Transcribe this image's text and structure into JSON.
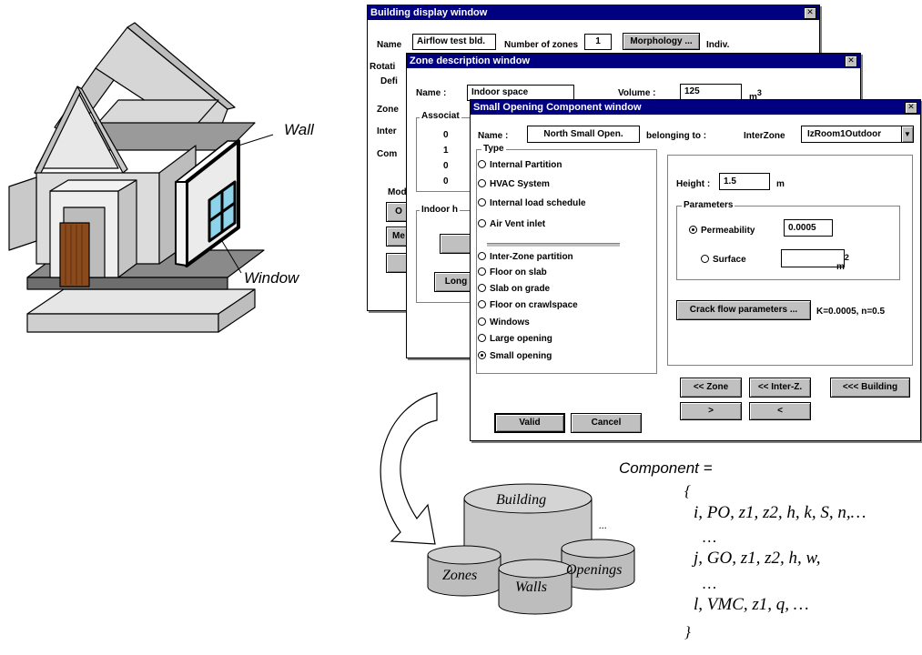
{
  "house": {
    "wall_label": "Wall",
    "window_label": "Window"
  },
  "building_window": {
    "title": "Building display window",
    "name_label": "Name",
    "name_value": "Airflow test bld.",
    "zones_label": "Number of zones",
    "zones_value": "1",
    "morphology_button": "Morphology ...",
    "indiv_text": "Indiv.",
    "partial_labels": [
      "Rotati",
      "Defi",
      "Zone",
      "Inter",
      "Com",
      "Mod",
      "O",
      "Me"
    ]
  },
  "zone_window": {
    "title": "Zone description window",
    "name_label": "Name :",
    "name_value": "Indoor space",
    "volume_label": "Volume :",
    "volume_value": "125",
    "volume_unit": "m",
    "volume_exp": "3",
    "associat_label": "Associat",
    "assoc_values": [
      "0",
      "1",
      "0",
      "0"
    ],
    "indoor_label": "Indoor h",
    "long_button": "Long"
  },
  "opening_window": {
    "title": "Small Opening Component window",
    "name_label": "Name :",
    "name_value": "North Small Open.",
    "belonging_label": "belonging to :",
    "interzone_label": "InterZone",
    "interzone_value": "IzRoom1Outdoor",
    "type_label": "Type",
    "types_top": [
      "Internal Partition",
      "HVAC System",
      "Internal load schedule",
      "Air Vent inlet"
    ],
    "types_bottom": [
      "Inter-Zone partition",
      "Floor on slab",
      "Slab on grade",
      "Floor on crawlspace",
      "Windows",
      "Large opening",
      "Small opening"
    ],
    "selected_type": "Small opening",
    "height_label": "Height :",
    "height_value": "1.5",
    "height_unit": "m",
    "parameters_label": "Parameters",
    "permeability_label": "Permeability",
    "permeability_value": "0.0005",
    "surface_label": "Surface",
    "surface_unit": "m",
    "surface_exp": "2",
    "crack_button": "Crack flow parameters ...",
    "crack_text": "K=0.0005, n=0.5",
    "nav_zone": "<< Zone",
    "nav_interz": "<< Inter-Z.",
    "nav_building": "<<< Building",
    "nav_next": ">",
    "nav_prev": "<",
    "valid_button": "Valid",
    "cancel_button": "Cancel"
  },
  "database": {
    "building": "Building",
    "zones": "Zones",
    "walls": "Walls",
    "openings": "Openings",
    "ellipsis": "..."
  },
  "component": {
    "header": "Component  =",
    "open_brace": "{",
    "line1": "i, PO, z1, z2, h, k, S, n,…",
    "dots1": "…",
    "line2": "j, GO, z1, z2, h, w,",
    "dots2": "…",
    "line3": "l, VMC, z1, q, …",
    "close_brace": "}"
  }
}
